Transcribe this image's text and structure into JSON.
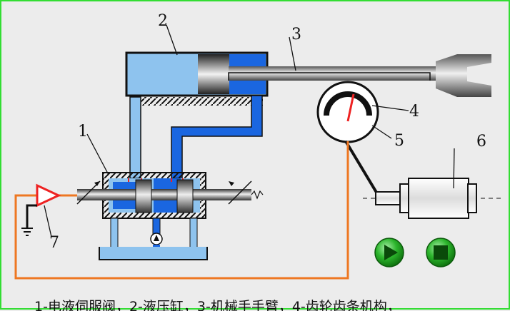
{
  "labels": {
    "servo_valve": "1",
    "cylinder": "2",
    "arm": "3",
    "gear_rack": "4",
    "indicator": "5",
    "motor": "6",
    "amplifier": "7"
  },
  "caption": "1-电液伺服阀，2-液压缸，3-机械手手臂，4-齿轮齿条机构，",
  "controls": {
    "play": "play-button",
    "stop": "stop-button"
  },
  "colors": {
    "border": "#33dd33",
    "oil_light": "#8ec3ee",
    "oil_dark": "#1a66e0",
    "wire": "#ee7722",
    "amp": "#ee2222",
    "button": "#22aa22"
  }
}
